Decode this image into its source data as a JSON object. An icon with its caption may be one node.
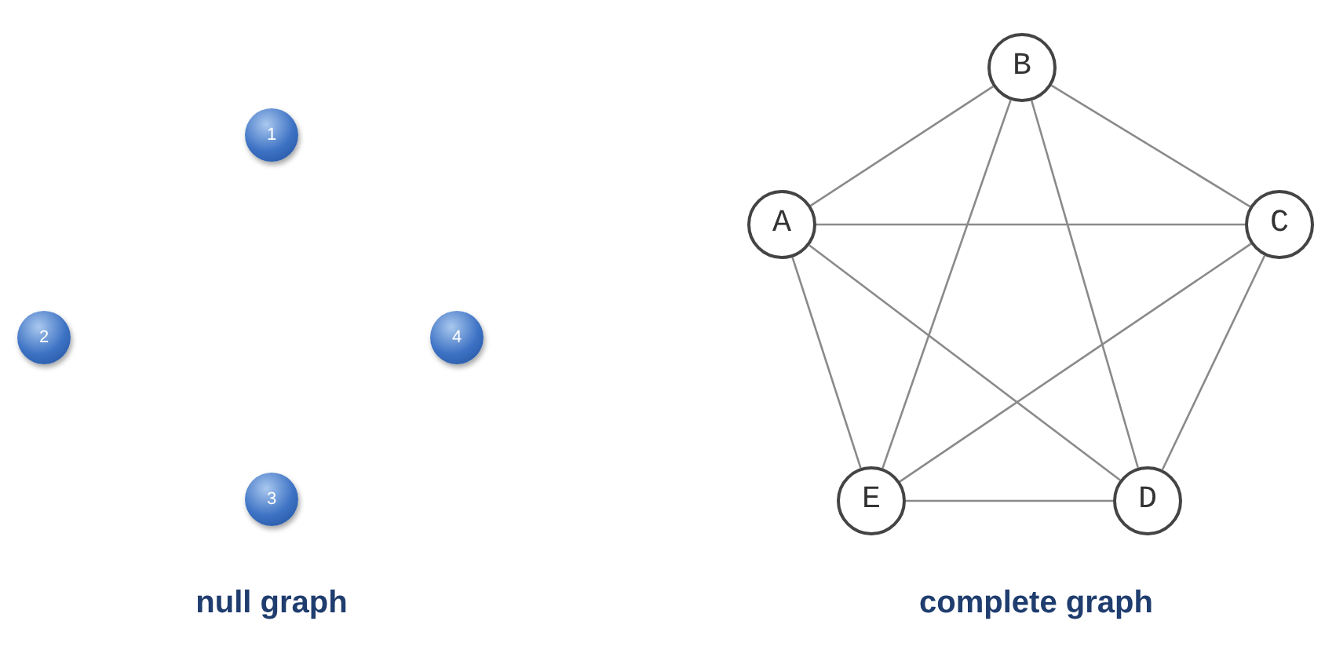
{
  "diagram": {
    "nodes": [
      {
        "text": [
          "1"
        ]
      },
      {
        "text": [
          "2"
        ]
      },
      {
        "text": [
          "4"
        ]
      },
      {
        "text": [
          "3"
        ]
      },
      {
        "text": [
          "B"
        ]
      },
      {
        "text": [
          "A"
        ]
      },
      {
        "text": [
          "C"
        ]
      },
      {
        "text": [
          "E"
        ]
      },
      {
        "text": [
          "D"
        ]
      }
    ],
    "edges": [
      {
        "from": 5,
        "to": 4,
        "arrow": "none"
      },
      {
        "from": 5,
        "to": 6,
        "arrow": "none"
      },
      {
        "from": 5,
        "to": 8,
        "arrow": "none"
      },
      {
        "from": 5,
        "to": 7,
        "arrow": "none"
      },
      {
        "from": 4,
        "to": 6,
        "arrow": "none"
      },
      {
        "from": 4,
        "to": 8,
        "arrow": "none"
      },
      {
        "from": 4,
        "to": 7,
        "arrow": "none"
      },
      {
        "from": 6,
        "to": 8,
        "arrow": "none"
      },
      {
        "from": 6,
        "to": 7,
        "arrow": "none"
      },
      {
        "from": 7,
        "to": 8,
        "arrow": "none"
      }
    ],
    "labels": [
      "null graph",
      "complete graph"
    ]
  }
}
